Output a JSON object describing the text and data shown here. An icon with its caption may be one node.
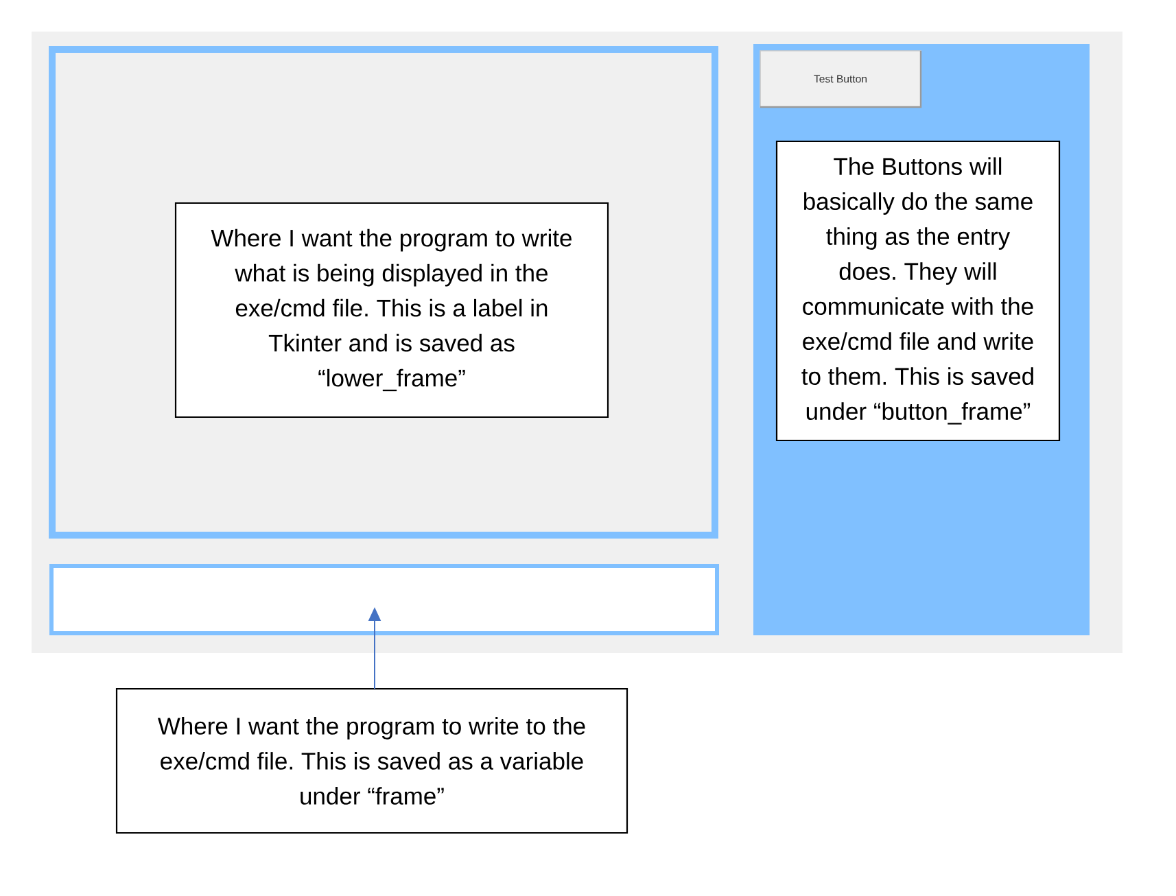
{
  "diagram": {
    "nodes": [
      {
        "text": [],
        "shape": "box"
      },
      {
        "text": [
          "Where I want the program to write what is being displayed in the exe/cmd file. This is a label in Tkinter and is saved as “lower_frame”"
        ],
        "in": 0
      },
      {
        "text": [],
        "shape": "box"
      },
      {
        "text": [
          "Test Button"
        ],
        "in": 2
      },
      {
        "text": [
          "The Buttons will basically do the same thing as the entry does. They will communicate with the exe/cmd file and write to them. This is saved under “button_frame”"
        ],
        "in": 2
      },
      {
        "text": [],
        "shape": "box"
      },
      {
        "text": [
          "Where I want the program to write to the exe/cmd file. This is saved as a variable under “frame”"
        ]
      }
    ],
    "edges": [
      {
        "from": 6,
        "to": 5,
        "arrow": "to"
      }
    ]
  }
}
